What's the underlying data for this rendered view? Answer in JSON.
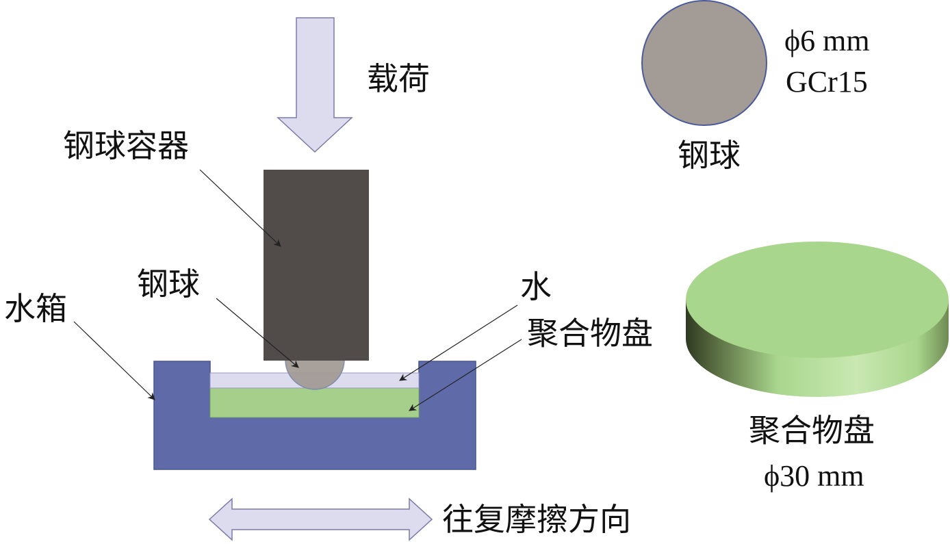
{
  "labels": {
    "load": "载荷",
    "ball_holder": "钢球容器",
    "ball": "钢球",
    "water_tank": "水箱",
    "water": "水",
    "polymer_disc": "聚合物盘",
    "direction": "往复摩擦方向",
    "ball_spec_diameter": "ϕ6 mm",
    "ball_spec_material": "GCr15",
    "ball_caption": "钢球",
    "disc_caption": "聚合物盘",
    "disc_spec_diameter": "ϕ30 mm"
  },
  "colors": {
    "arrow_fill": "#dcdcee",
    "arrow_stroke": "#7a7aa8",
    "holder": "#514b4a",
    "tank": "#5f6aa8",
    "tank_stroke": "#4a5490",
    "water": "#dcdcee",
    "disc_green": "#a6cf8c",
    "ball_gray": "#a39b96",
    "ball_stroke": "#4a5a9a",
    "disc_top": "#a9d68d",
    "disc_side_dark": "#2f3a22",
    "disc_side_light": "#bfe0a6"
  }
}
